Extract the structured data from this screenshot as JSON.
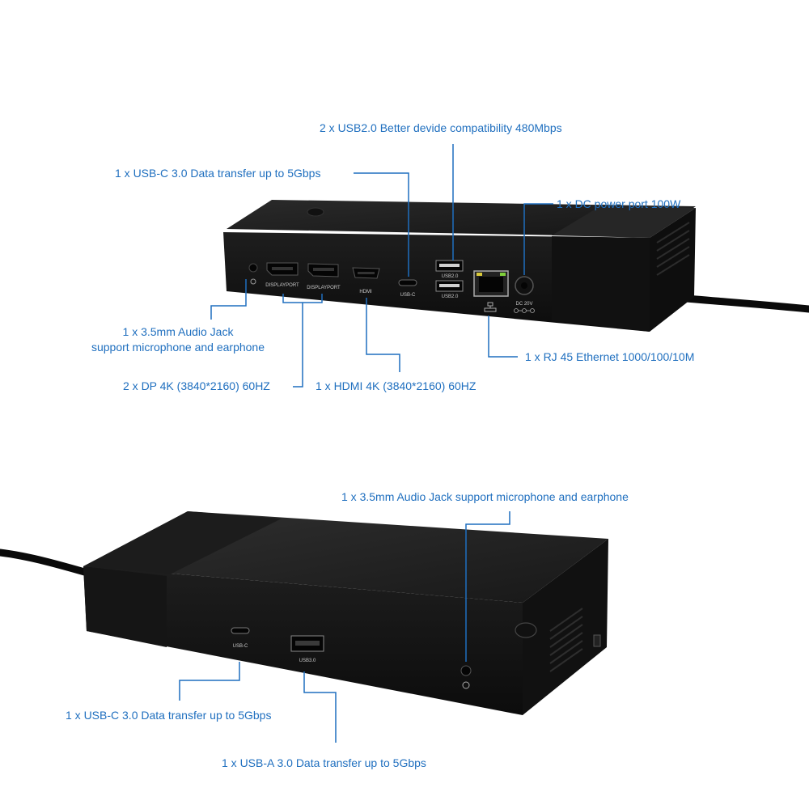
{
  "callouts": {
    "usb2": "2 x USB2.0 Better devide compatibility 480Mbps",
    "usbc_top": "1 x USB-C 3.0 Data transfer up to 5Gbps",
    "dc_power": "1 x DC power port 100W",
    "audio_line1": "1 x 3.5mm Audio Jack",
    "audio_line2": "support microphone and earphone",
    "rj45": "1 x RJ 45 Ethernet 1000/100/10M",
    "dp": "2 x DP 4K (3840*2160) 60HZ",
    "hdmi": "1 x HDMI 4K (3840*2160) 60HZ",
    "audio_bottom": "1 x 3.5mm Audio Jack support microphone and earphone",
    "usbc_bottom": "1 x USB-C 3.0 Data transfer up to 5Gbps",
    "usba_bottom": "1 x USB-A 3.0 Data transfer up to 5Gbps"
  },
  "port_labels": {
    "displayport_1": "DISPLAYPORT",
    "displayport_2": "DISPLAYPORT",
    "hdmi": "HDMI",
    "usbc": "USB-C",
    "usb2_top": "USB2.0",
    "usb2_bottom": "USB2.0",
    "dc": "DC 20V",
    "front_usbc": "USB-C",
    "front_usb3": "USB3.0"
  },
  "colors": {
    "callout": "#1f6fbf",
    "device": "#1a1a1a",
    "ethernet_led": "#d9c93a"
  }
}
